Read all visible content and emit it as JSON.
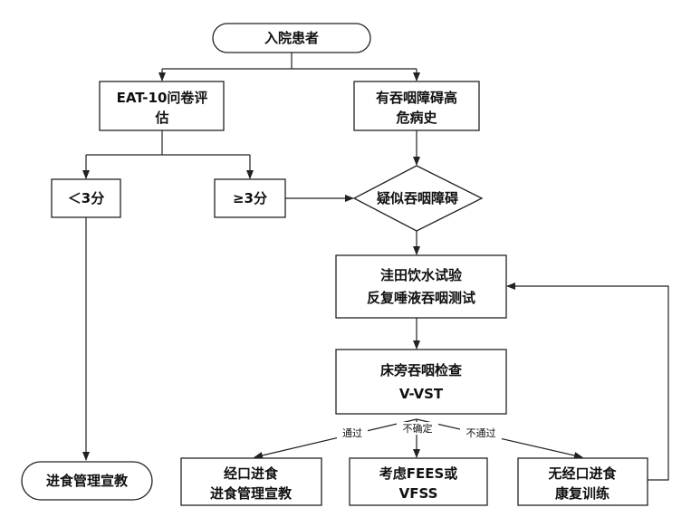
{
  "nodes": {
    "admission": "入院患者",
    "eat10_line1": "EAT-10问卷评",
    "eat10_line2": "估",
    "history_line1": "有吞咽障碍高",
    "history_line2": "危病史",
    "lt3": "＜3分",
    "ge3": "≥3分",
    "suspected": "疑似吞咽障碍",
    "tests_line1": "洼田饮水试验",
    "tests_line2": "反复唾液吞咽测试",
    "bedside_line1": "床旁吞咽检查",
    "bedside_line2": "V-VST",
    "education": "进食管理宣教",
    "oral_line1": "经口进食",
    "oral_line2": "进食管理宣教",
    "fees_line1": "考虑FEES或",
    "fees_line2": "VFSS",
    "rehab_line1": "无经口进食",
    "rehab_line2": "康复训练"
  },
  "edge_labels": {
    "pass": "通过",
    "uncertain": "不确定",
    "fail": "不通过"
  },
  "colors": {
    "stroke": "#222222",
    "fill": "#ffffff",
    "text": "#111111"
  }
}
